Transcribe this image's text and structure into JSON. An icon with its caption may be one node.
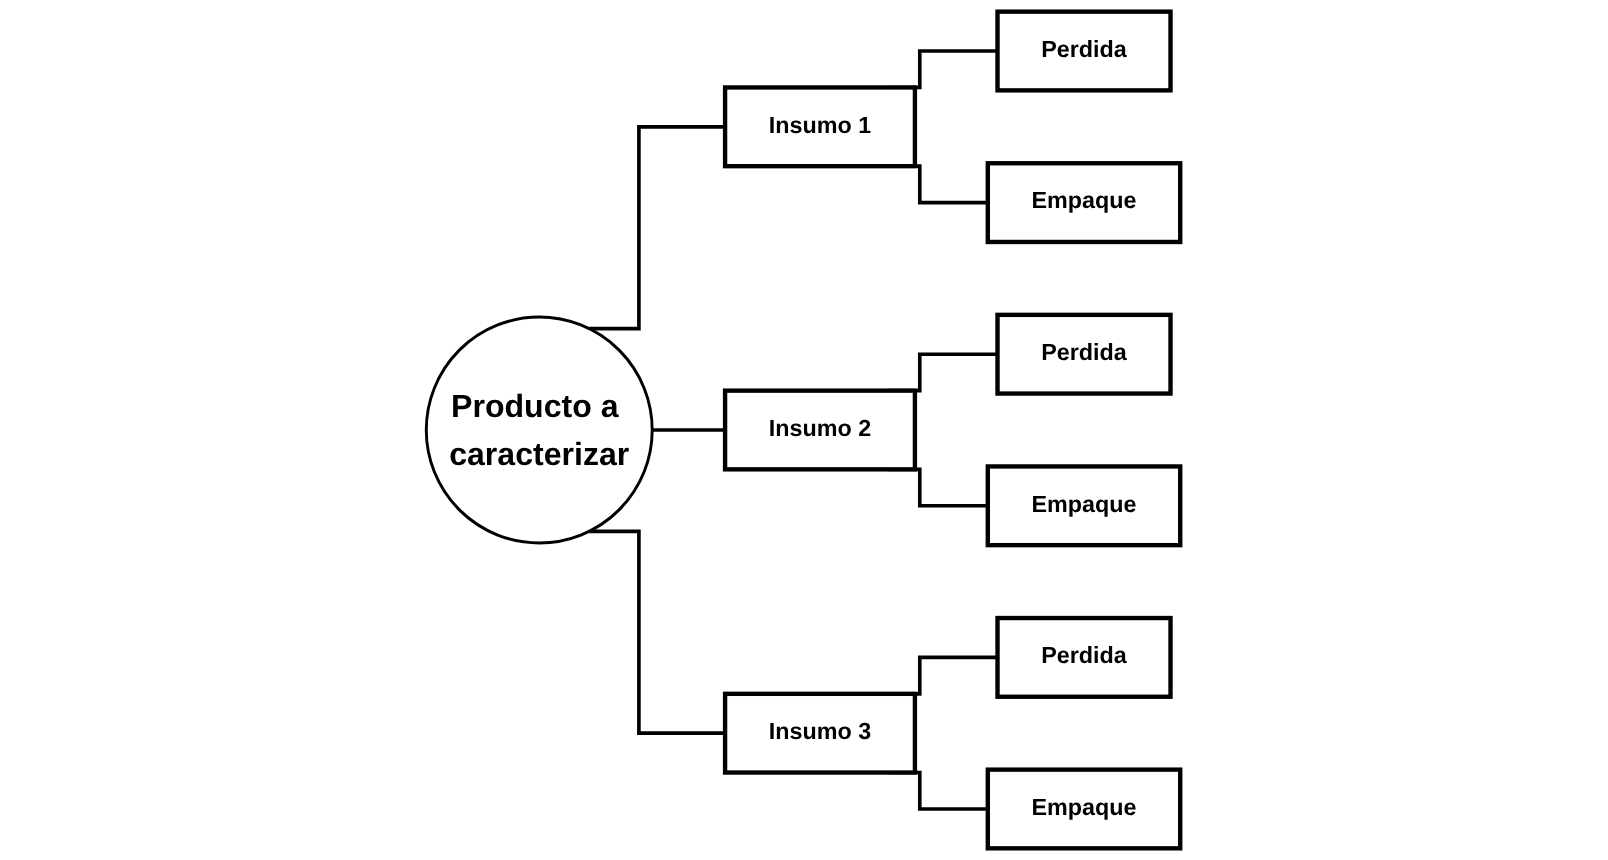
{
  "diagram": {
    "nodes": [
      {
        "text": [
          "Producto a caracterizar"
        ]
      },
      {
        "text": [
          "Insumo 1"
        ]
      },
      {
        "text": [
          "Perdida"
        ]
      },
      {
        "text": [
          "Empaque"
        ]
      },
      {
        "text": [
          "Insumo 2"
        ]
      },
      {
        "text": [
          "Perdida"
        ]
      },
      {
        "text": [
          "Empaque"
        ]
      },
      {
        "text": [
          "Insumo 3"
        ]
      },
      {
        "text": [
          "Perdida"
        ]
      },
      {
        "text": [
          "Empaque"
        ]
      }
    ],
    "edges": [
      {
        "from": 0,
        "to": 1,
        "arrow": "none"
      },
      {
        "from": 0,
        "to": 4,
        "arrow": "none"
      },
      {
        "from": 0,
        "to": 7,
        "arrow": "none"
      },
      {
        "from": 1,
        "to": 2,
        "arrow": "none"
      },
      {
        "from": 1,
        "to": 3,
        "arrow": "none"
      },
      {
        "from": 4,
        "to": 5,
        "arrow": "none"
      },
      {
        "from": 4,
        "to": 6,
        "arrow": "none"
      },
      {
        "from": 7,
        "to": 8,
        "arrow": "none"
      },
      {
        "from": 7,
        "to": 9,
        "arrow": "none"
      }
    ]
  }
}
